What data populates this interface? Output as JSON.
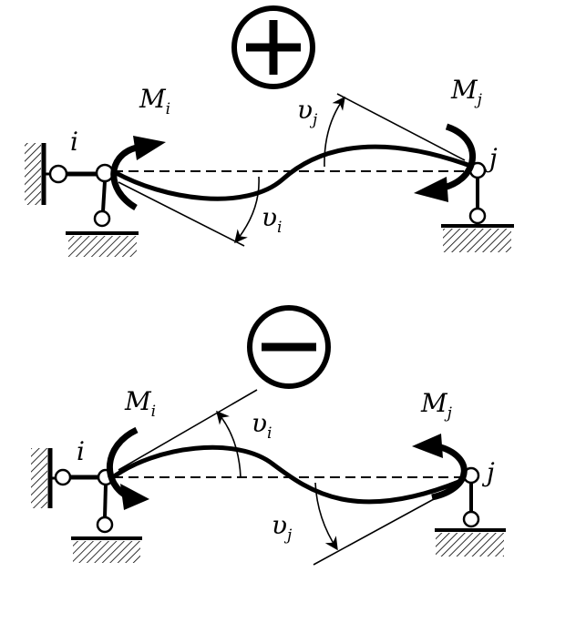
{
  "colors": {
    "ink": "#000000",
    "background": "#ffffff",
    "hatch": "#000000"
  },
  "top": {
    "sign": "plus",
    "node_i": "i",
    "node_j": "j",
    "moment_i": {
      "base": "M",
      "sub": "i"
    },
    "moment_j": {
      "base": "M",
      "sub": "j"
    },
    "angle_i": {
      "base": "υ",
      "sub": "i"
    },
    "angle_j": {
      "base": "υ",
      "sub": "j"
    }
  },
  "bottom": {
    "sign": "minus",
    "node_i": "i",
    "node_j": "j",
    "moment_i": {
      "base": "M",
      "sub": "i"
    },
    "moment_j": {
      "base": "M",
      "sub": "j"
    },
    "angle_i": {
      "base": "υ",
      "sub": "i"
    },
    "angle_j": {
      "base": "υ",
      "sub": "j"
    }
  }
}
